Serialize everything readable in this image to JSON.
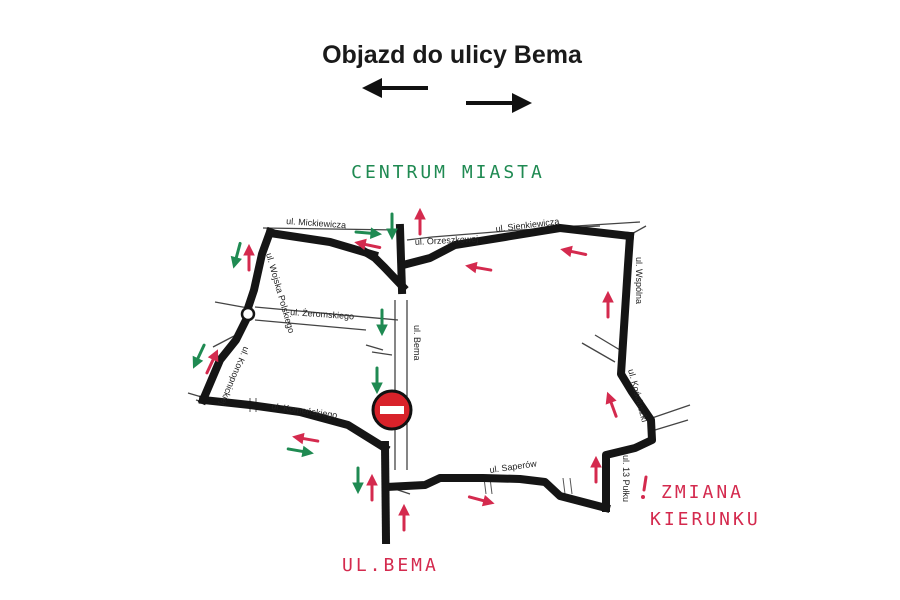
{
  "title": "Objazd do ulicy Bema",
  "labels": {
    "city_centre": "CENTRUM MIASTA",
    "bema_main": "UL.BEMA",
    "change_line1": "ZMIANA",
    "change_line2": "KIERUNKU"
  },
  "streets": {
    "mickiewicza": "ul. Mickiewicza",
    "orzeszkowej": "ul. Orzeszkowej",
    "sienkiewicza": "ul. Sienkiewicza",
    "wojska_polskiego": "ul. Wojska Polskiego",
    "zeromskiego": "ul. Żeromskiego",
    "bema": "ul. Bema",
    "konopnickiej": "ul. Konopnickiej",
    "komenskiego": "ul. Komeńskiego",
    "wspolna": "ul. Wspólna",
    "kosciuszki": "ul. Kościuszki",
    "saperow": "ul. Saperów",
    "pulku13": "ul. 13 Pułku"
  },
  "colors": {
    "route": "#151515",
    "arrow_red": "#d42a4e",
    "arrow_green": "#1f8a52",
    "sign_red": "#d8222a"
  },
  "icons": {
    "no_entry": "no-entry-sign-icon",
    "left": "arrow-left-icon",
    "right": "arrow-right-icon"
  }
}
